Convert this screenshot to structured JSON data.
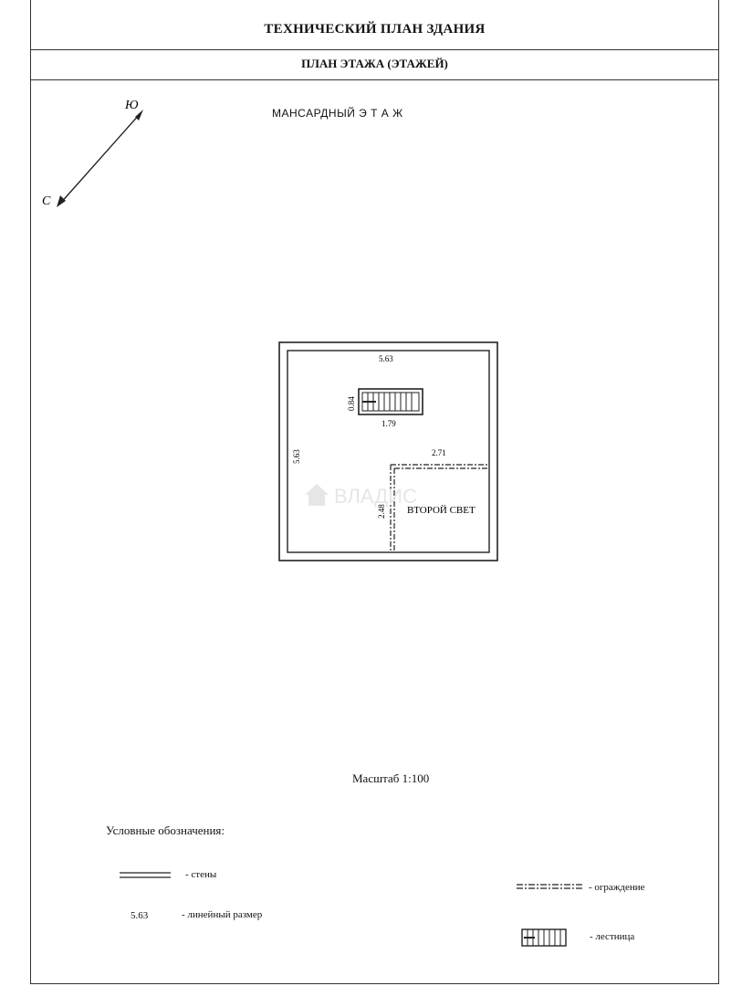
{
  "header": {
    "title": "ТЕХНИЧЕСКИЙ ПЛАН ЗДАНИЯ",
    "subtitle": "ПЛАН ЭТАЖА (ЭТАЖЕЙ)"
  },
  "floor_title": "МАНСАРДНЫЙ  Э Т А Ж",
  "compass": {
    "south": "Ю",
    "north": "С"
  },
  "plan": {
    "dims": {
      "top_width": "5.63",
      "left_height": "5.63",
      "stair_width": "1.79",
      "stair_depth": "0.84",
      "void_width": "2.71",
      "void_height": "2.48"
    },
    "room_label": "ВТОРОЙ СВЕТ",
    "watermark": "ВЛАДИС"
  },
  "scale": "Масштаб 1:100",
  "legend": {
    "title": "Условные обозначения:",
    "walls": "- стены",
    "linear_size_example": "5.63",
    "linear_size": "- линейный размер",
    "fence": "- ограждение",
    "stairs": "- лестница"
  }
}
